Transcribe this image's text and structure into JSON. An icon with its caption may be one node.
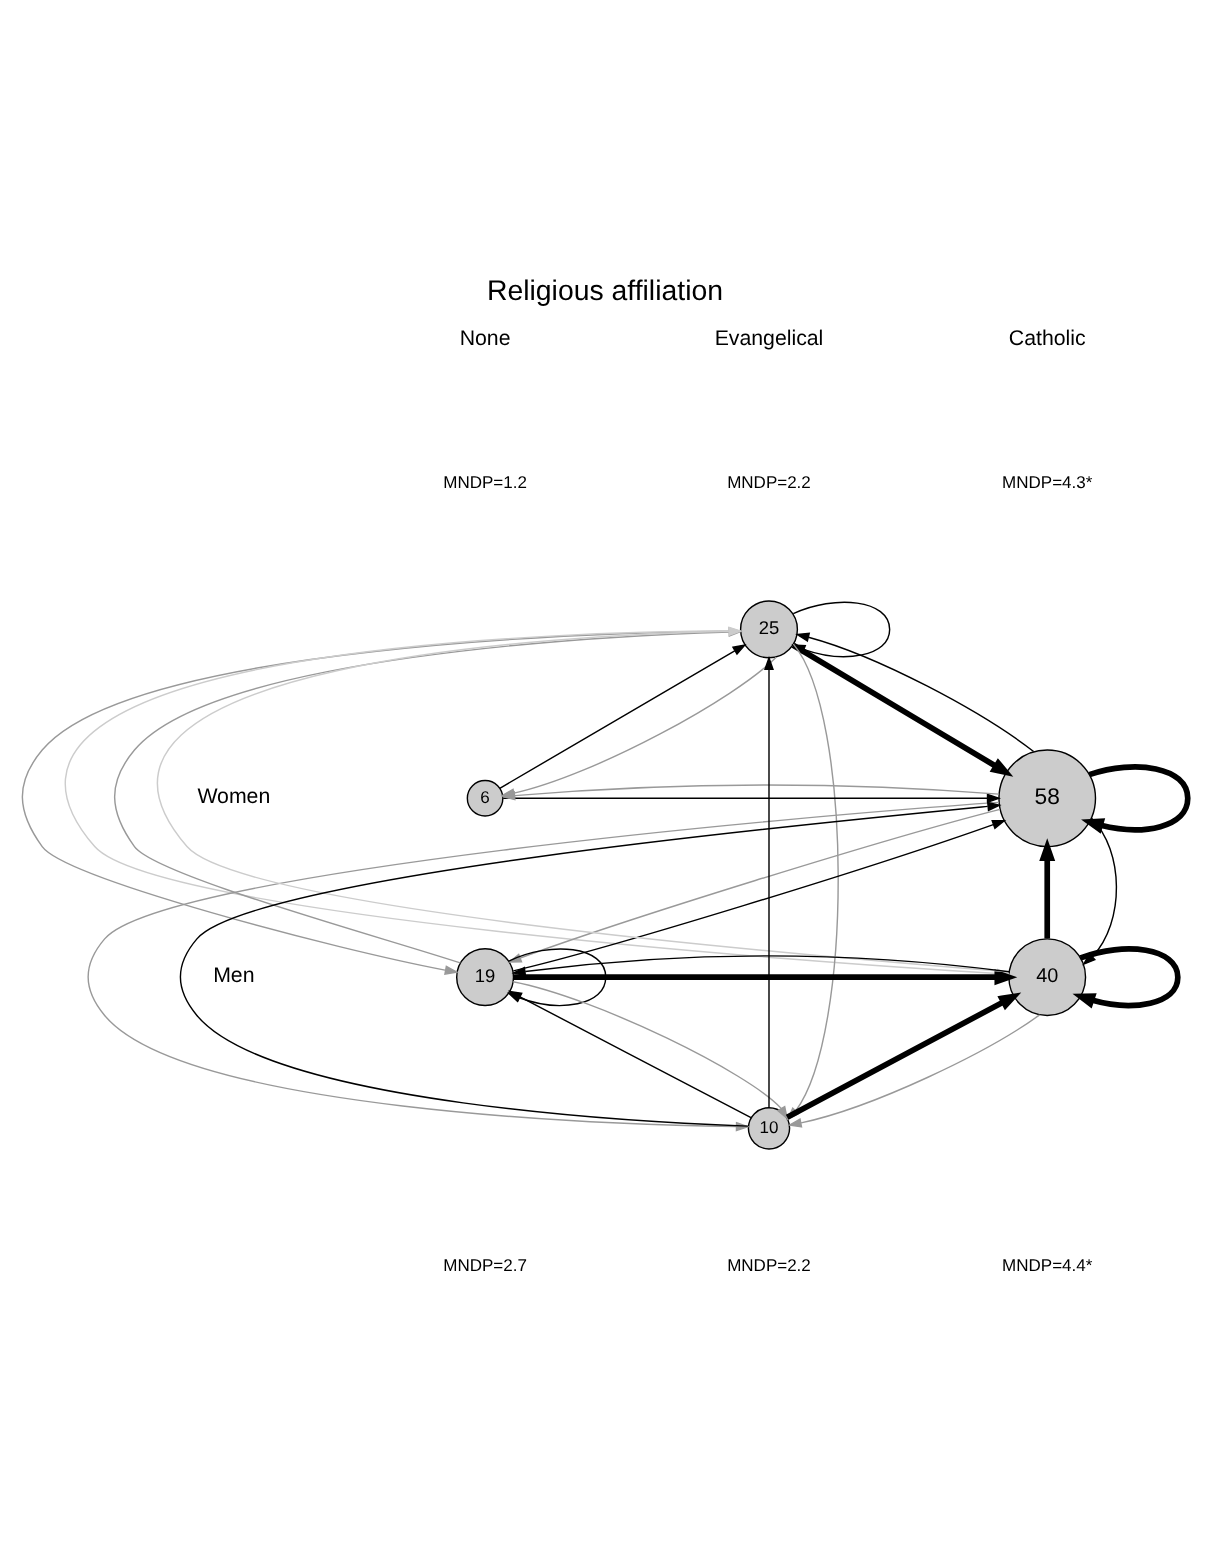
{
  "diagram": {
    "title": "Religious affiliation",
    "nodes": [
      {
        "text": [
          "25"
        ]
      },
      {
        "text": [
          "6"
        ]
      },
      {
        "text": [
          "58"
        ]
      },
      {
        "text": [
          "19"
        ]
      },
      {
        "text": [
          "40"
        ]
      },
      {
        "text": [
          "10"
        ]
      }
    ],
    "edges": [
      {
        "from": 0,
        "to": 0,
        "arrow": "to"
      },
      {
        "from": 1,
        "to": 0,
        "arrow": "to"
      },
      {
        "from": 0,
        "to": 1,
        "arrow": "to",
        "color": "#999999"
      },
      {
        "from": 0,
        "to": 2,
        "arrow": "to",
        "style": "thick"
      },
      {
        "from": 2,
        "to": 0,
        "arrow": "to"
      },
      {
        "from": 1,
        "to": 2,
        "arrow": "to"
      },
      {
        "from": 2,
        "to": 1,
        "arrow": "to",
        "color": "#999999"
      },
      {
        "from": 2,
        "to": 2,
        "arrow": "to",
        "style": "thick"
      },
      {
        "from": 3,
        "to": 0,
        "arrow": "to",
        "color": "#999999"
      },
      {
        "from": 0,
        "to": 3,
        "arrow": "to",
        "color": "#999999"
      },
      {
        "from": 5,
        "to": 0,
        "arrow": "to"
      },
      {
        "from": 0,
        "to": 5,
        "arrow": "to",
        "color": "#999999"
      },
      {
        "from": 0,
        "to": 4,
        "arrow": "to",
        "color": "#cccccc"
      },
      {
        "from": 4,
        "to": 0,
        "arrow": "to",
        "color": "#cccccc"
      },
      {
        "from": 3,
        "to": 2,
        "arrow": "to"
      },
      {
        "from": 2,
        "to": 3,
        "arrow": "to",
        "color": "#999999"
      },
      {
        "from": 5,
        "to": 2,
        "arrow": "to"
      },
      {
        "from": 2,
        "to": 5,
        "arrow": "to",
        "color": "#999999"
      },
      {
        "from": 4,
        "to": 2,
        "arrow": "to",
        "style": "thick"
      },
      {
        "from": 2,
        "to": 4,
        "arrow": "to"
      },
      {
        "from": 3,
        "to": 4,
        "arrow": "to",
        "style": "thick"
      },
      {
        "from": 4,
        "to": 3,
        "arrow": "to"
      },
      {
        "from": 3,
        "to": 3,
        "arrow": "to"
      },
      {
        "from": 5,
        "to": 3,
        "arrow": "to"
      },
      {
        "from": 3,
        "to": 5,
        "arrow": "to",
        "color": "#999999"
      },
      {
        "from": 5,
        "to": 4,
        "arrow": "to",
        "style": "thick"
      },
      {
        "from": 4,
        "to": 5,
        "arrow": "to",
        "color": "#999999"
      },
      {
        "from": 4,
        "to": 4,
        "arrow": "to",
        "style": "thick"
      }
    ],
    "labels": [
      "None",
      "Evangelical",
      "Catholic",
      "MNDP=1.2",
      "MNDP=2.2",
      "MNDP=4.3*",
      "Women",
      "Men",
      "MNDP=2.7",
      "MNDP=2.2",
      "MNDP=4.4*"
    ]
  }
}
